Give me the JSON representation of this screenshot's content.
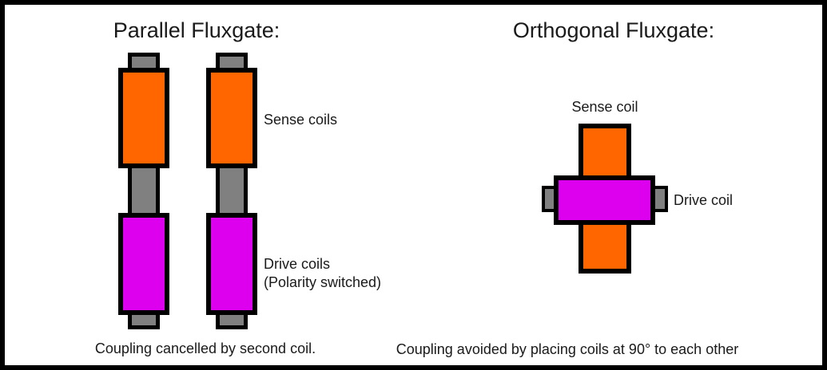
{
  "colors": {
    "orange": "#ff6600",
    "magenta": "#dd00ee",
    "gray": "#808080",
    "outline": "#000000",
    "background": "#ffffff"
  },
  "parallel": {
    "title": "Parallel Fluxgate:",
    "sense_label": "Sense coils",
    "drive_label": "Drive coils",
    "drive_sublabel": "(Polarity switched)",
    "caption": "Coupling cancelled by second coil."
  },
  "orthogonal": {
    "title": "Orthogonal Fluxgate:",
    "sense_label": "Sense coil",
    "drive_label": "Drive coil",
    "caption": "Coupling avoided by placing coils at 90° to each other"
  }
}
